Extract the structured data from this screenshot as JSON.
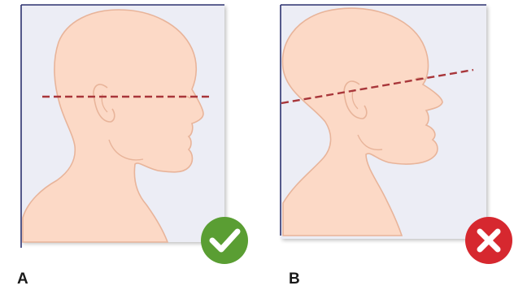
{
  "panels": [
    {
      "label": "A",
      "verdict": "correct",
      "verdict_icon": "check-icon",
      "badge_color": "#5a9e33",
      "line_color": "#a8363a"
    },
    {
      "label": "B",
      "verdict": "incorrect",
      "verdict_icon": "cross-icon",
      "badge_color": "#d6282f",
      "line_color": "#a8363a"
    }
  ],
  "colors": {
    "background_panel": "#ecedf5",
    "frame_line": "#2d3270",
    "skin_fill": "#fcd9c6",
    "skin_stroke": "#e8b49a"
  }
}
